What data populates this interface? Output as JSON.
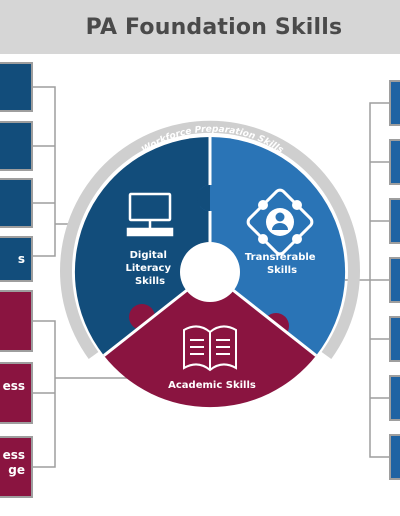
{
  "title": "PA Foundation Skills",
  "wheel": {
    "ring_label": "Workforce Preparation Skills",
    "segments": [
      {
        "label_lines": [
          "Digital",
          "Literacy",
          "Skills"
        ],
        "icon": "computer-icon"
      },
      {
        "label_lines": [
          "Transferable",
          "Skills"
        ],
        "icon": "person-network-icon"
      },
      {
        "label_lines": [
          "Academic Skills"
        ],
        "icon": "book-icon"
      }
    ]
  },
  "left_boxes": [
    {
      "text": ""
    },
    {
      "text": ""
    },
    {
      "text": ""
    },
    {
      "text": "s"
    },
    {
      "text": ""
    },
    {
      "text": "ess"
    },
    {
      "text": "ess\nge"
    }
  ],
  "right_boxes_count": 7,
  "colors": {
    "digital_blue": "#124d7b",
    "transferable_blue": "#2a74b6",
    "academic_maroon": "#8a1440",
    "ring_gray": "#cfcfcf",
    "title_bg": "#d6d6d6",
    "title_text": "#4a4a4a",
    "connector": "#9e9e9e"
  }
}
